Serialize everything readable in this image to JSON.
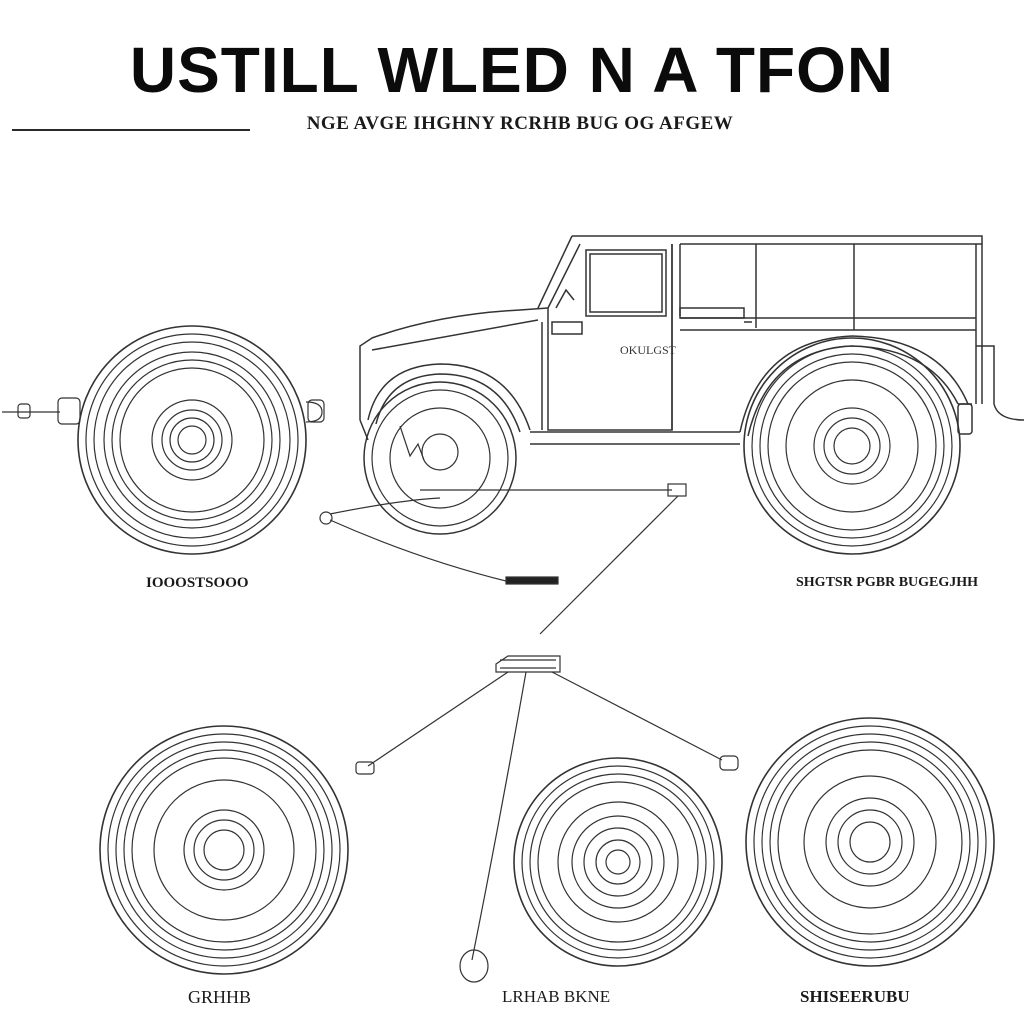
{
  "header": {
    "title": "USTILL WLED N A TFON",
    "subtitle": "NGE AVGE IHGHNY RCRHB BUG OG AFGEW"
  },
  "vehicle": {
    "door_text": "OKULGST"
  },
  "labels": {
    "top_left_wheel": "IOOOSTSOOO",
    "top_right": "SHGTSR PGBR BUGEGJHH",
    "bottom_left": "GRHHB",
    "bottom_center": "LRHAB BKNE",
    "bottom_right": "SHISEERUBU"
  }
}
